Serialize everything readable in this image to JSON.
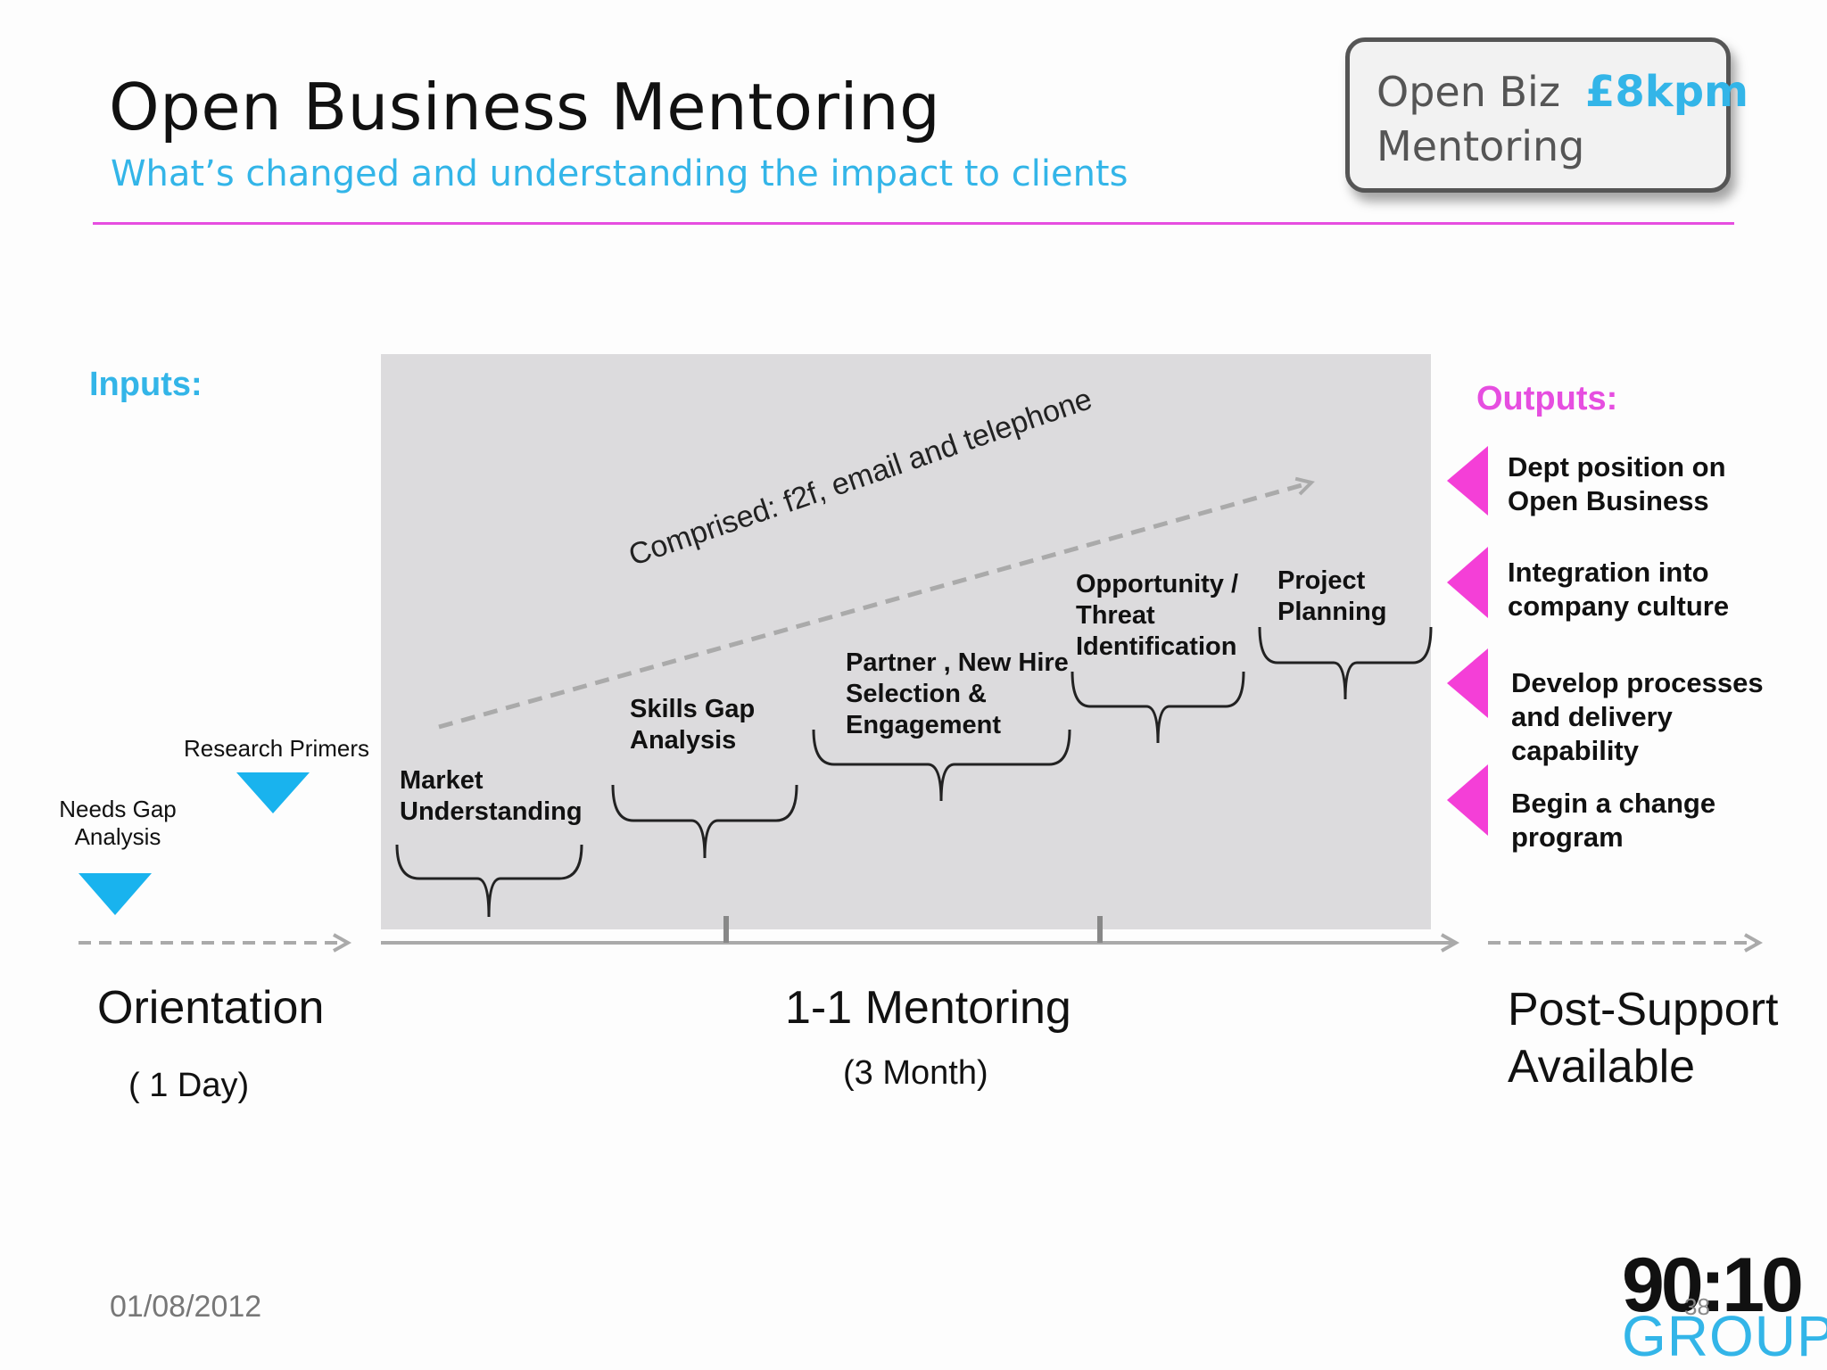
{
  "header": {
    "title": "Open Business Mentoring",
    "subtitle": "What’s changed and understanding the impact to clients"
  },
  "price_box": {
    "line1": "Open Biz",
    "price": "£8kpm",
    "line2": "Mentoring"
  },
  "inputs": {
    "label": "Inputs:",
    "items": [
      "Needs Gap Analysis",
      "Research Primers"
    ]
  },
  "mentoring": {
    "comprised": "Comprised: f2f, email and telephone",
    "steps": [
      "Market Understanding",
      "Skills Gap Analysis",
      "Partner , New Hire Selection & Engagement",
      "Opportunity / Threat Identification",
      "Project Planning"
    ]
  },
  "outputs": {
    "label": "Outputs:",
    "items": [
      "Dept position on Open Business",
      "Integration into company culture",
      "Develop processes and delivery capability",
      "Begin a change program"
    ]
  },
  "phases": {
    "orientation": {
      "name": "Orientation",
      "duration": "( 1 Day)"
    },
    "mentoring": {
      "name": "1-1 Mentoring",
      "duration": "(3 Month)"
    },
    "post_support": {
      "name": "Post-Support Available"
    }
  },
  "footer": {
    "date": "01/08/2012",
    "page": "38",
    "logo_top": "90:10",
    "logo_bottom": "GROUP"
  },
  "colors": {
    "accent_blue": "#33b5e8",
    "accent_pink": "#e64ee0",
    "panel_gray": "#dcdbdd"
  }
}
